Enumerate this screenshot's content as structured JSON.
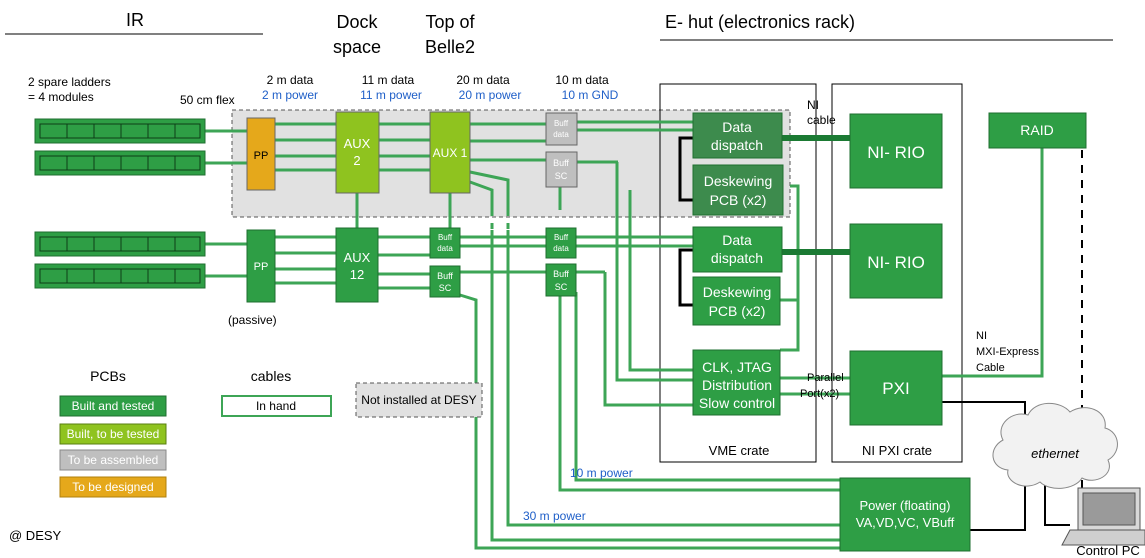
{
  "headings": {
    "ir": "IR",
    "dock_line1": "Dock",
    "dock_line2": "space",
    "top_line1": "Top of",
    "top_line2": "Belle2",
    "ehut": "E- hut   (electronics rack)"
  },
  "ladders": {
    "label_line1": "2 spare ladders",
    "label_line2": "= 4 modules",
    "flex": "50 cm flex",
    "passive": "(passive)"
  },
  "cable_specs": [
    {
      "data": "2 m data",
      "power": "2 m power"
    },
    {
      "data": "11 m data",
      "power": "11 m power"
    },
    {
      "data": "20 m data",
      "power": "20 m power"
    },
    {
      "data": "10 m data",
      "power": "10 m GND"
    }
  ],
  "boards": {
    "pp_top": "PP",
    "pp_bottom": "PP",
    "aux2_line1": "AUX",
    "aux2_line2": "2",
    "aux1": "AUX 1",
    "aux12_line1": "AUX",
    "aux12_line2": "12",
    "buff": "Buff",
    "data": "data",
    "sc": "SC",
    "data_dispatch_line1": "Data",
    "data_dispatch_line2": "dispatch",
    "deskew_line1": "Deskewing",
    "deskew_line2": "PCB (x2)",
    "clk_line1": "CLK, JTAG",
    "clk_line2": "Distribution",
    "clk_line3": "Slow control",
    "ni_rio": "NI- RIO",
    "pxi": "PXI",
    "raid": "RAID",
    "power_line1": "Power (floating)",
    "power_line2": "VA,VD,VC, VBuff"
  },
  "crates": {
    "vme": "VME crate",
    "ni_pxi": "NI PXI crate"
  },
  "connections": {
    "ni_cable_line1": "NI",
    "ni_cable_line2": "cable",
    "mxi_line1": "NI",
    "mxi_line2": "MXI-Express",
    "mxi_line3": "Cable",
    "parallel_line1": "Parallel",
    "parallel_line2": "Port(x2)",
    "power_10m": "10 m power",
    "power_30m": "30 m power",
    "ethernet": "ethernet",
    "control_pc": "Control PC"
  },
  "legend": {
    "pcbs_title": "PCBs",
    "cables_title": "cables",
    "built_tested": "Built and tested",
    "built_to_test": "Built, to be tested",
    "to_assemble": "To be assembled",
    "to_design": "To be designed",
    "in_hand": "In hand",
    "not_installed": "Not installed at DESY"
  },
  "footer": "@ DESY",
  "colors": {
    "built_tested": "#2e9e45",
    "built_to_test": "#8fc31f",
    "to_assemble": "#bfbfbf",
    "to_design": "#e5a81b",
    "cable": "#3da556",
    "dark_cable": "#1b7a33",
    "blue_text": "#1f5fc8",
    "not_installed_bg": "#e1e1e1"
  }
}
